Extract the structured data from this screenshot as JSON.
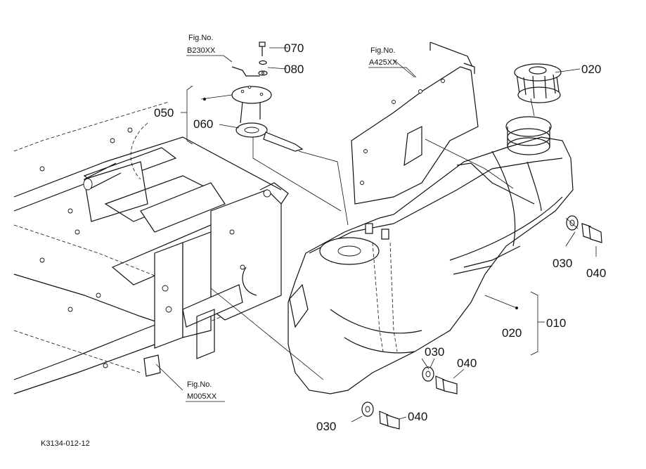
{
  "drawing": {
    "code": "K3134-012-12"
  },
  "references": [
    {
      "id": "ref-b230",
      "line1": "Fig.No.",
      "line2": "B230XX"
    },
    {
      "id": "ref-a425",
      "line1": "Fig.No.",
      "line2": "A425XX"
    },
    {
      "id": "ref-m005",
      "line1": "Fig.No.",
      "line2": "M005XX"
    }
  ],
  "parts": {
    "p010": "010",
    "p020_cap": "020",
    "p020_tank": "020",
    "p030_a": "030",
    "p030_b": "030",
    "p030_c": "030",
    "p040_a": "040",
    "p040_b": "040",
    "p040_c": "040",
    "p050": "050",
    "p060": "060",
    "p070": "070",
    "p080": "080"
  }
}
